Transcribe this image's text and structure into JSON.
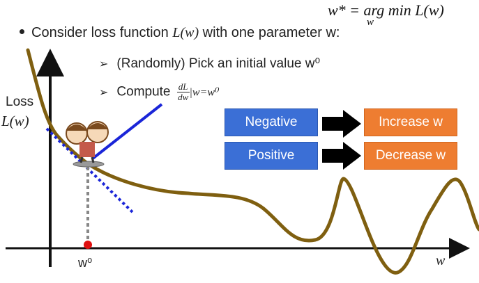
{
  "formula": {
    "lhs": "w* = arg min L(w)",
    "subscript": "w"
  },
  "bullet": {
    "prefix": "Consider loss function ",
    "fn": "L(w)",
    "suffix": " with one parameter w:"
  },
  "steps": [
    {
      "text": "(Randomly) Pick an initial value w⁰"
    },
    {
      "text": "Compute",
      "frac_num": "dL",
      "frac_den": "dw",
      "eval": "|w=w⁰"
    }
  ],
  "y_axis": {
    "title": "Loss",
    "fn": "L(w)"
  },
  "x_axis": {
    "label": "w",
    "marker": "w⁰"
  },
  "rules": [
    {
      "condition": "Negative",
      "action": "Increase w"
    },
    {
      "condition": "Positive",
      "action": "Decrease w"
    }
  ],
  "colors": {
    "curve": "#7f5f10",
    "tangent": "#1a25d8",
    "slope_line": "#1a25d8",
    "marker": "#e01010",
    "condition_box": "#3b6fd6",
    "action_box": "#ee7d31",
    "arrow": "#000000"
  },
  "icons": [
    "bullet-icon",
    "chevron-arrow-icon",
    "character-icon",
    "right-arrow-icon"
  ]
}
